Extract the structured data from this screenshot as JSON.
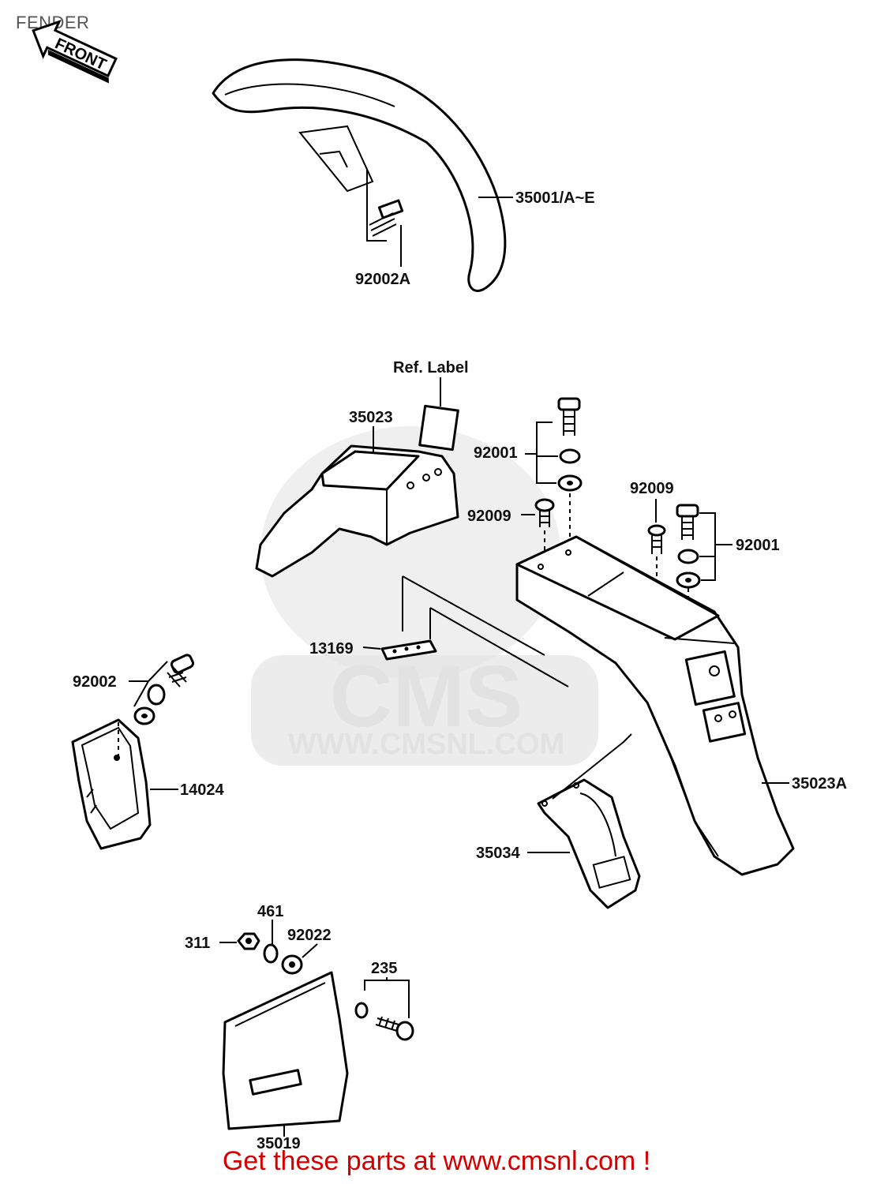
{
  "header": {
    "title": "FENDER"
  },
  "front_arrow": {
    "text": "FRONT"
  },
  "watermark": {
    "brand": "CMS",
    "url": "WWW.CMSNL.COM"
  },
  "labels": {
    "p35001": "35001/A~E",
    "p92002A": "92002A",
    "ref_label": "Ref. Label",
    "p35023": "35023",
    "p92001_upper": "92001",
    "p92009_left": "92009",
    "p92009_right": "92009",
    "p92001_right": "92001",
    "p13169": "13169",
    "p92002": "92002",
    "p14024": "14024",
    "p35023A": "35023A",
    "p35034": "35034",
    "p461": "461",
    "p311": "311",
    "p92022": "92022",
    "p235": "235",
    "p35019": "35019"
  },
  "footer": {
    "text": "Get these parts at www.cmsnl.com !"
  }
}
